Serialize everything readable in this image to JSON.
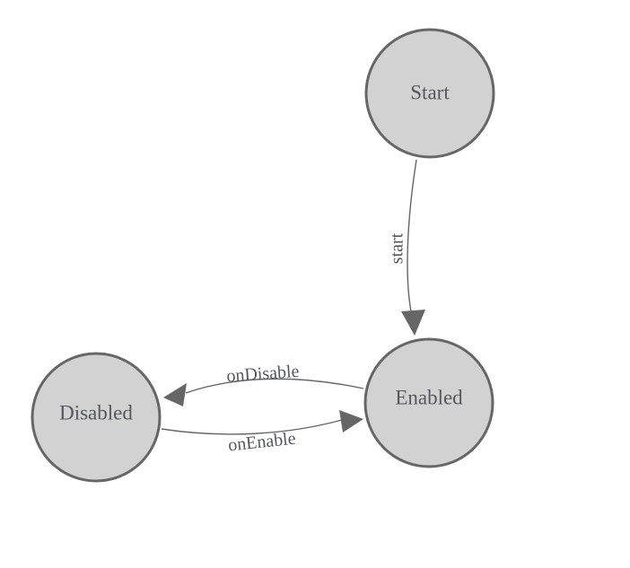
{
  "diagram": {
    "type": "state-machine",
    "background": "#ffffff",
    "colors": {
      "node_fill": "#d2d2d2",
      "node_stroke": "#666666",
      "edge_color": "#666666",
      "label_color": "#54575e"
    },
    "nodes": [
      {
        "id": "start",
        "label": "Start"
      },
      {
        "id": "enabled",
        "label": "Enabled"
      },
      {
        "id": "disabled",
        "label": "Disabled"
      }
    ],
    "edges": [
      {
        "from": "start",
        "to": "enabled",
        "label": "start"
      },
      {
        "from": "enabled",
        "to": "disabled",
        "label": "onDisable"
      },
      {
        "from": "disabled",
        "to": "enabled",
        "label": "onEnable"
      }
    ]
  }
}
